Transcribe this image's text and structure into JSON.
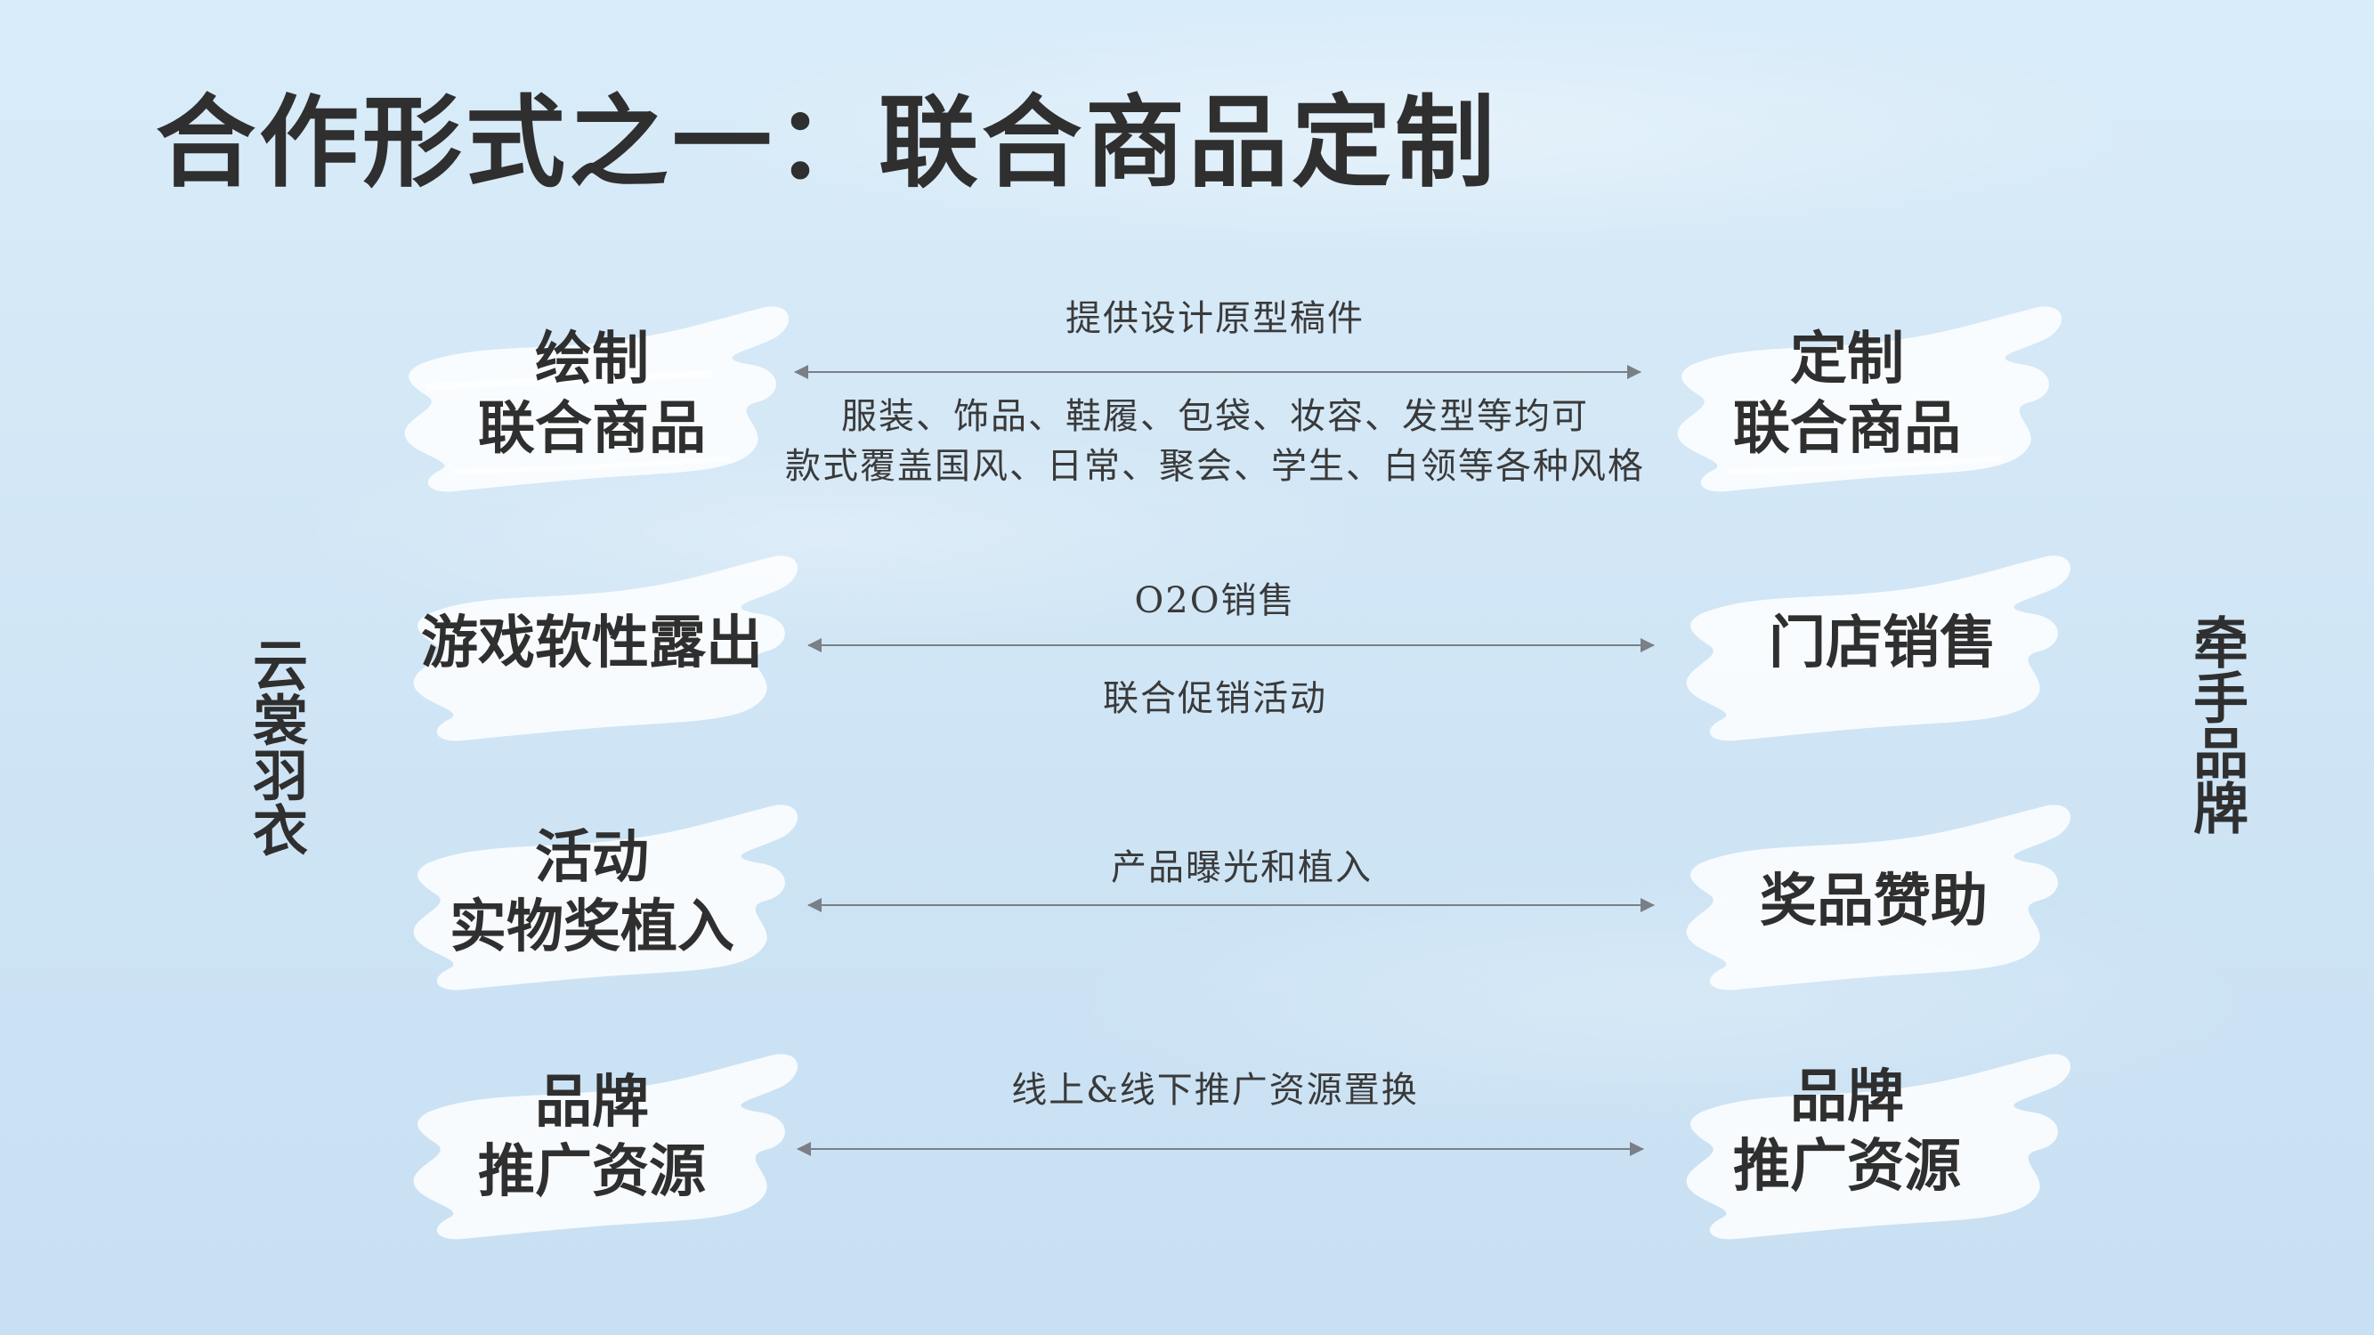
{
  "title": "合作形式之一：联合商品定制",
  "left_label": "云裳羽衣",
  "right_label": "牵手品牌",
  "rows": [
    {
      "left_lines": [
        "绘制",
        "联合商品"
      ],
      "right_lines": [
        "定制",
        "联合商品"
      ],
      "top_text": "提供设计原型稿件",
      "bottom_lines": [
        "服装、饰品、鞋履、包袋、妆容、发型等均可",
        "款式覆盖国风、日常、聚会、学生、白领等各种风格"
      ]
    },
    {
      "left_lines": [
        "游戏软性露出"
      ],
      "right_lines": [
        "门店销售"
      ],
      "top_text": "O2O销售",
      "bottom_lines": [
        "联合促销活动"
      ]
    },
    {
      "left_lines": [
        "活动",
        "实物奖植入"
      ],
      "right_lines": [
        "奖品赞助"
      ],
      "top_text": "产品曝光和植入",
      "bottom_lines": []
    },
    {
      "left_lines": [
        "品牌",
        "推广资源"
      ],
      "right_lines": [
        "品牌",
        "推广资源"
      ],
      "top_text": "线上&线下推广资源置换",
      "bottom_lines": []
    }
  ],
  "colors": {
    "background": "#d3e7f6",
    "brush": "#ffffff",
    "text": "#2f2f2f",
    "arrow": "#7b7f86"
  }
}
